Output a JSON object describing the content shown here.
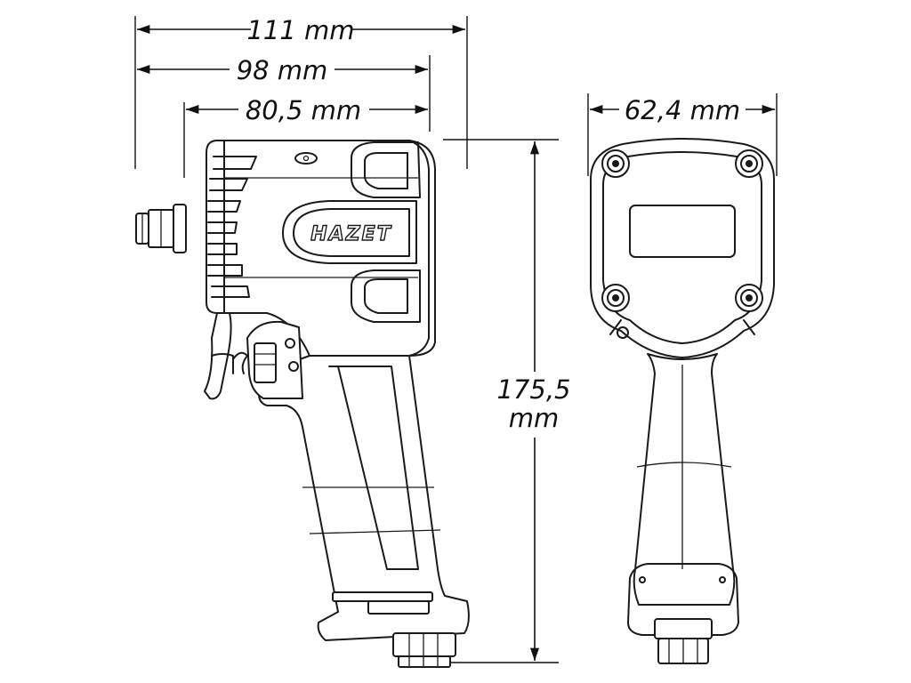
{
  "dimensions": {
    "overall_length": "111 mm",
    "length_98": "98 mm",
    "length_80": "80,5 mm",
    "width": "62,4 mm",
    "height_value": "175,5",
    "height_unit": "mm"
  },
  "brand": {
    "logo_text": "HAZET"
  },
  "colors": {
    "line": "#1a1a1a",
    "background": "#ffffff"
  }
}
